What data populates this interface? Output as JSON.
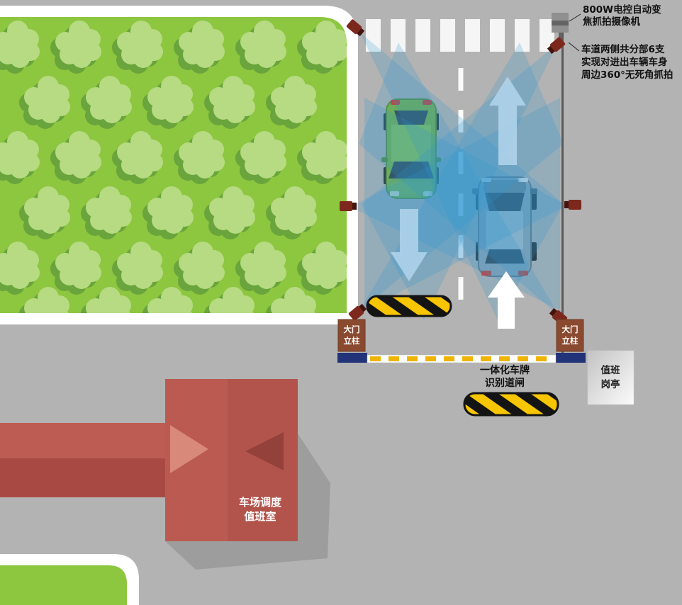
{
  "diagram_title": "parking-gate-camera-coverage-diagram",
  "annotations": {
    "camera_line1": "800W电控自动变",
    "camera_line2": "焦抓拍摄像机",
    "coverage_line1": "车道两侧共分部6支",
    "coverage_line2": "实现对进出车辆车身",
    "coverage_line3": "周边360°无死角抓拍"
  },
  "labels": {
    "pillar_line1": "大门",
    "pillar_line2": "立柱",
    "barrier_line1": "一体化车牌",
    "barrier_line2": "识别道闸",
    "booth_line1": "值班",
    "booth_line2": "岗亭",
    "building_line1": "车场调度",
    "building_line2": "值班室"
  },
  "colors": {
    "background": "#b3b3b3",
    "road_edge_white": "#ffffff",
    "grass": "#8dc63f",
    "tree_light": "#b6db82",
    "tree_shadow": "#69a43c",
    "cone_blue": "#2f97d0",
    "camera_red": "#7c281c",
    "pillar_brown": "#8a4a30",
    "base_navy": "#23337a",
    "barrier_yellow": "#f0b400",
    "bump_yellow": "#f7c600",
    "building_red": "#b2544c",
    "building_red_dark": "#a84a43",
    "building_red_light": "#d9897a",
    "shadow_gray": "#9d9d9d",
    "car_green": "#7fb539",
    "suv_gray": "#9fa6ad",
    "arrow_blue": "#aed3ea",
    "arrow_white": "#ffffff"
  }
}
